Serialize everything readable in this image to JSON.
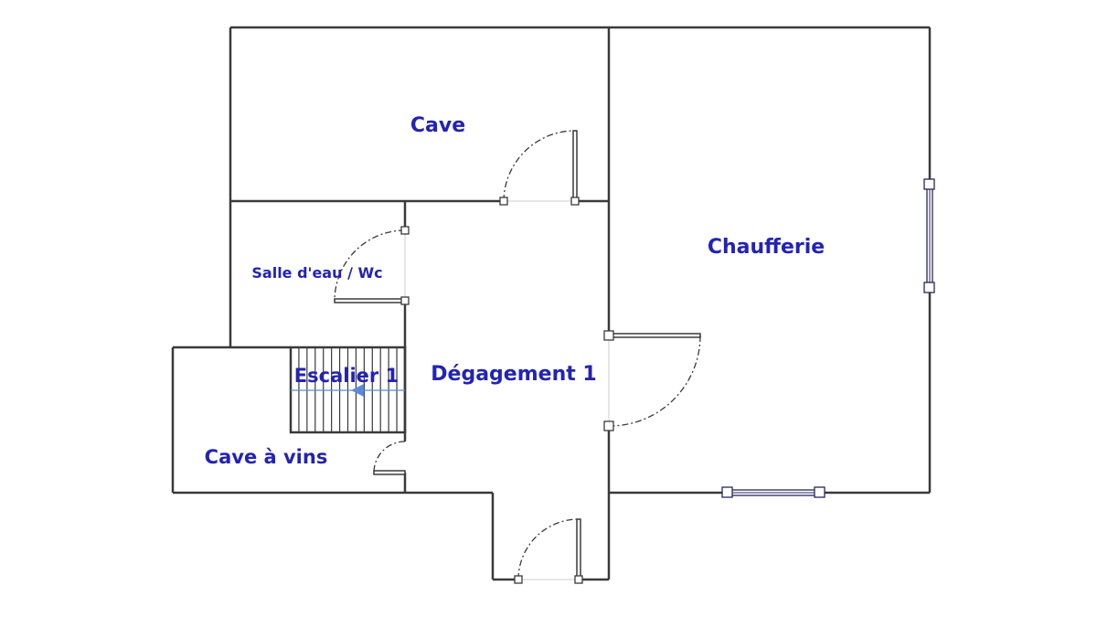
{
  "rooms": {
    "cave": "Cave",
    "chaufferie": "Chaufferie",
    "salle_eau": "Salle d'eau / Wc",
    "escalier": "Escalier 1",
    "degagement": "Dégagement 1",
    "cave_vins": "Cave à vins"
  },
  "colors": {
    "wall": "#3a3a3a",
    "label": "#2323b4",
    "window": "#26265e",
    "stair_arrow": "#5b8ad8"
  }
}
